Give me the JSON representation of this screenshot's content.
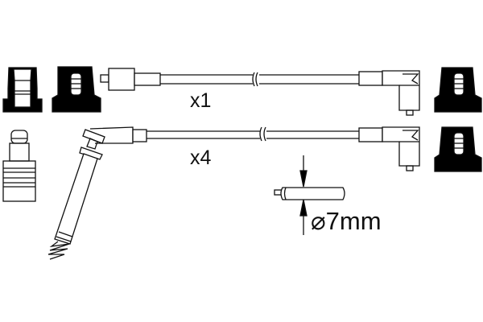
{
  "labels": {
    "quantity_top": "x1",
    "quantity_bottom": "x4",
    "diameter": "⌀7mm"
  },
  "colors": {
    "line": "#111111",
    "fill": "#000000",
    "background": "#ffffff"
  }
}
